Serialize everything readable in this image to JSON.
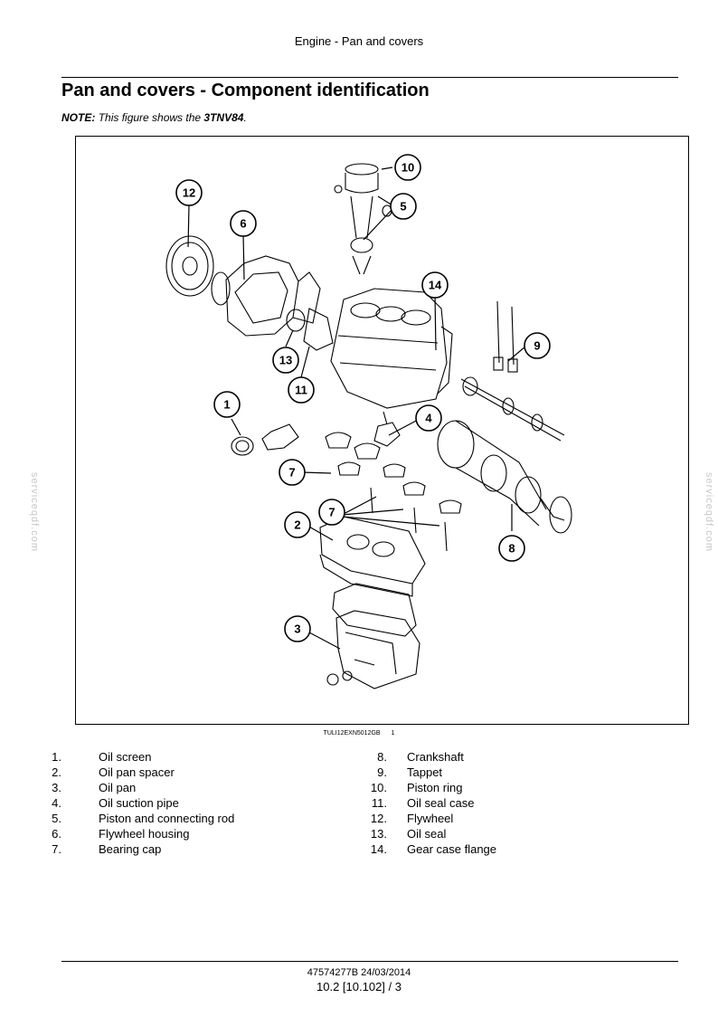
{
  "header": {
    "title": "Engine - Pan and covers"
  },
  "page": {
    "title": "Pan and covers - Component identification",
    "note_label": "NOTE:",
    "note_text": "This figure shows the",
    "note_model": "3TNV84",
    "note_end": "."
  },
  "figure": {
    "caption_code": "TULI12EXN5012GB",
    "caption_number": "1",
    "callouts": [
      "10",
      "12",
      "5",
      "6",
      "14",
      "9",
      "13",
      "11",
      "1",
      "4",
      "7",
      "7",
      "2",
      "8",
      "3"
    ]
  },
  "watermark": {
    "text": "serviceqdf.com"
  },
  "legend": {
    "left": [
      {
        "num": "1.",
        "label": "Oil screen"
      },
      {
        "num": "2.",
        "label": "Oil pan spacer"
      },
      {
        "num": "3.",
        "label": "Oil pan"
      },
      {
        "num": "4.",
        "label": "Oil suction pipe"
      },
      {
        "num": "5.",
        "label": "Piston and connecting rod"
      },
      {
        "num": "6.",
        "label": "Flywheel housing"
      },
      {
        "num": "7.",
        "label": "Bearing cap"
      }
    ],
    "right": [
      {
        "num": "8.",
        "label": "Crankshaft"
      },
      {
        "num": "9.",
        "label": "Tappet"
      },
      {
        "num": "10.",
        "label": "Piston ring"
      },
      {
        "num": "11.",
        "label": "Oil seal case"
      },
      {
        "num": "12.",
        "label": "Flywheel"
      },
      {
        "num": "13.",
        "label": "Oil seal"
      },
      {
        "num": "14.",
        "label": "Gear case flange"
      }
    ]
  },
  "footer": {
    "code": "47574277B 24/03/2014",
    "page": "10.2 [10.102] / 3"
  }
}
